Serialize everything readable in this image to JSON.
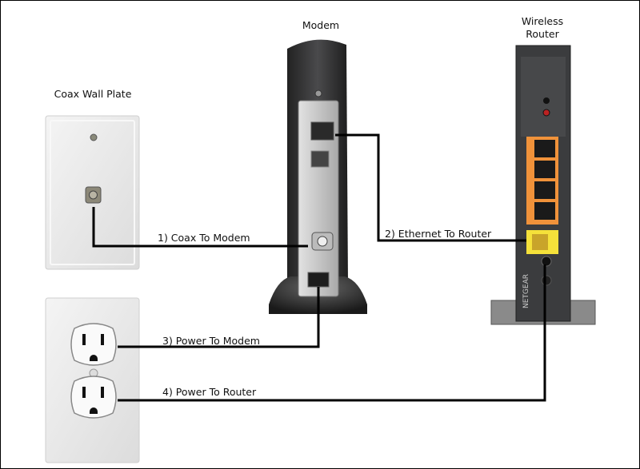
{
  "devices": {
    "coax_wall_plate": {
      "title": "Coax Wall Plate"
    },
    "modem": {
      "title": "Modem"
    },
    "router": {
      "title_line1": "Wireless",
      "title_line2": "Router",
      "brand": "NETGEAR"
    },
    "power_outlet": {
      "title": ""
    }
  },
  "connections": [
    {
      "label": "1) Coax To Modem"
    },
    {
      "label": "2) Ethernet To Router"
    },
    {
      "label": "3) Power To Modem"
    },
    {
      "label": "4) Power To Router"
    }
  ],
  "colors": {
    "cable": "#000000",
    "router_lan_ports": "#f0923a",
    "router_wan_port": "#f5e13a",
    "device_body": "#3a3a3c",
    "modem_panel": "#c9c9c9",
    "wall_plate": "#e9e9e9"
  }
}
